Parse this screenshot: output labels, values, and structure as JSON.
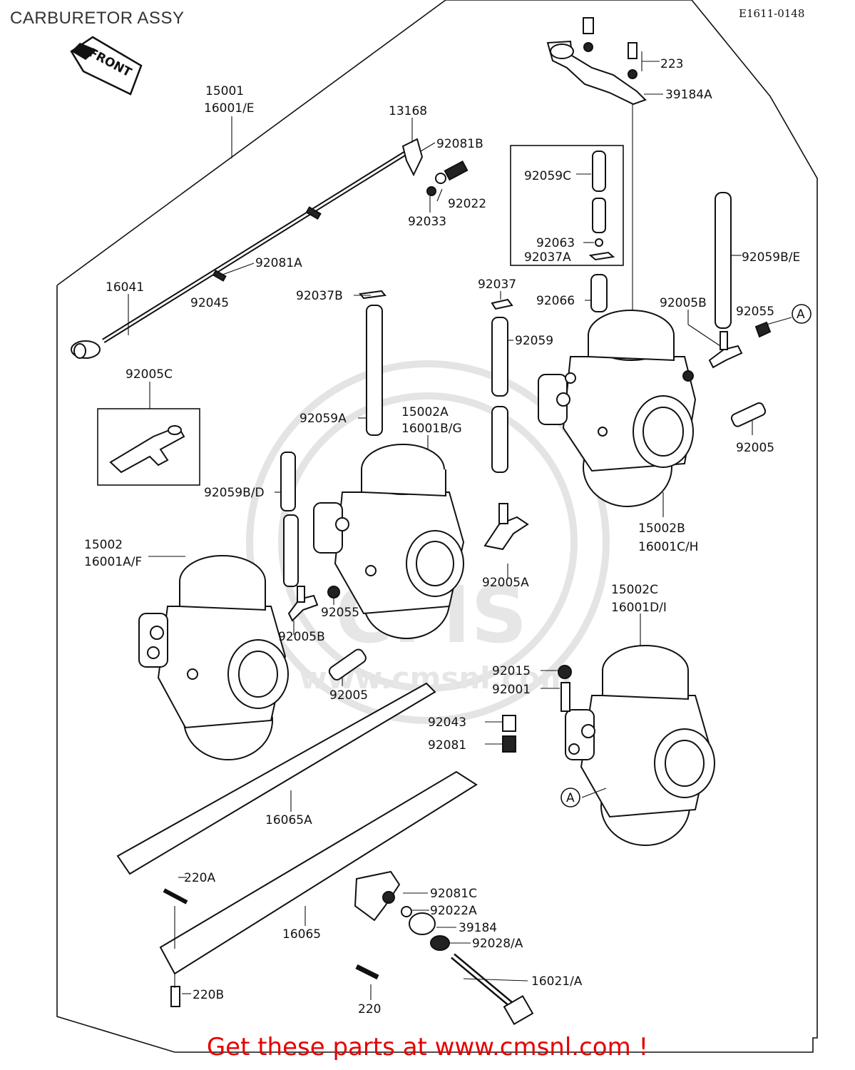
{
  "page": {
    "title": "CARBURETOR ASSY",
    "drawing_code": "E1611-0148",
    "footer": "Get these parts at www.cmsnl.com !",
    "front_arrow": "FRONT",
    "watermark_brand": "CMS",
    "watermark_url": "www.cmsnl.com"
  },
  "callouts": {
    "c223": "223",
    "c39184A": "39184A",
    "c15001": "15001",
    "c16001E": "16001/E",
    "c13168": "13168",
    "c92081B": "92081B",
    "c92022": "92022",
    "c92033": "92033",
    "c92059C": "92059C",
    "c92063": "92063",
    "c92037A": "92037A",
    "c92059BE": "92059B/E",
    "c92081A": "92081A",
    "c16041": "16041",
    "c92045": "92045",
    "c92037B": "92037B",
    "c92037": "92037",
    "c92066": "92066",
    "c92005B_top": "92005B",
    "c92055_top": "92055",
    "refA_top": "A",
    "c92059": "92059",
    "c92005C": "92005C",
    "c92059A": "92059A",
    "c15002A": "15002A",
    "c16001BG": "16001B/G",
    "c92005_right": "92005",
    "c92059BD": "92059B/D",
    "c15002B": "15002B",
    "c16001CH": "16001C/H",
    "c15002": "15002",
    "c16001AF": "16001A/F",
    "c92005A": "92005A",
    "c92055_mid": "92055",
    "c92005B_mid": "92005B",
    "c15002C": "15002C",
    "c16001DI": "16001D/I",
    "c92005_mid": "92005",
    "c92015": "92015",
    "c92001": "92001",
    "c92043": "92043",
    "c92081": "92081",
    "refA_bottom": "A",
    "c16065A": "16065A",
    "c220A": "220A",
    "c92081C": "92081C",
    "c92022A": "92022A",
    "c16065": "16065",
    "c39184": "39184",
    "c92028A": "92028/A",
    "c16021A": "16021/A",
    "c220B": "220B",
    "c220": "220"
  }
}
